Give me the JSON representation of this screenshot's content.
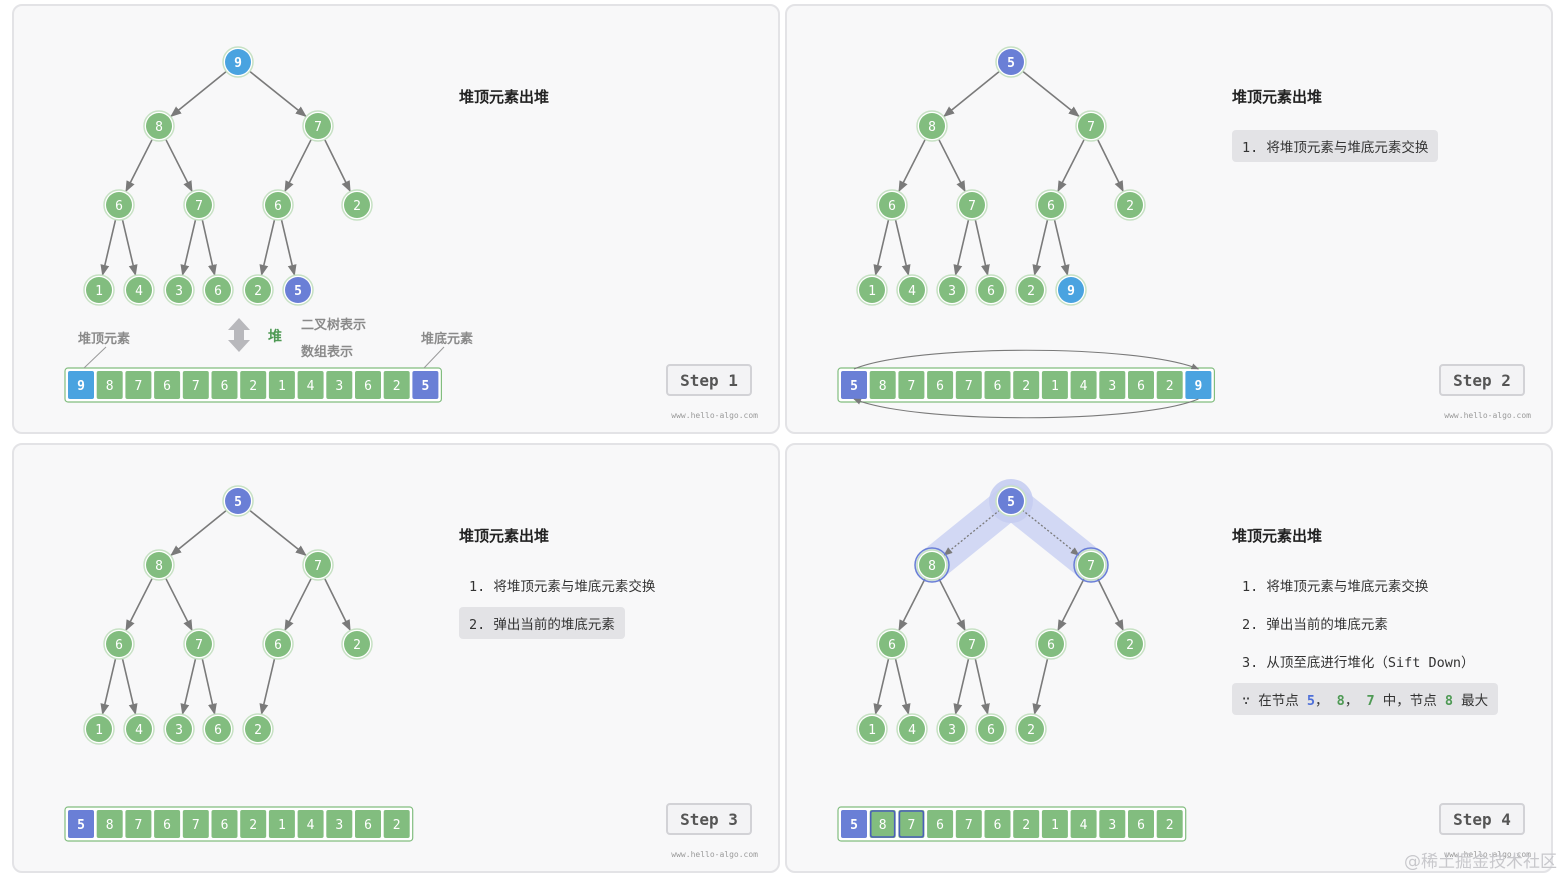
{
  "colors": {
    "node_fill": "#82bd7f",
    "node_stroke": "#c7e1c4",
    "top_fill": "#4aa3e0",
    "bottom_fill": "#6a7fd6",
    "edge": "#7a7a7a",
    "panel_bg": "#f8f8f9"
  },
  "watermark": "www.hello-algo.com",
  "site_watermark": "@稀土掘金技术社区",
  "panels": [
    {
      "title": "堆顶元素出堆",
      "step_label": "Step 1",
      "tree": [
        9,
        8,
        7,
        6,
        7,
        6,
        2,
        1,
        4,
        3,
        6,
        2,
        5
      ],
      "array": [
        9,
        8,
        7,
        6,
        7,
        6,
        2,
        1,
        4,
        3,
        6,
        2,
        5
      ],
      "labels": {
        "heap_top": "堆顶元素",
        "heap": "堆",
        "tree_repr": "二叉树表示",
        "array_repr": "数组表示",
        "heap_bottom": "堆底元素"
      }
    },
    {
      "title": "堆顶元素出堆",
      "step_label": "Step 2",
      "steps": [
        "1. 将堆顶元素与堆底元素交换"
      ],
      "tree": [
        5,
        8,
        7,
        6,
        7,
        6,
        2,
        1,
        4,
        3,
        6,
        2,
        9
      ],
      "array": [
        5,
        8,
        7,
        6,
        7,
        6,
        2,
        1,
        4,
        3,
        6,
        2,
        9
      ]
    },
    {
      "title": "堆顶元素出堆",
      "step_label": "Step 3",
      "steps": [
        "1. 将堆顶元素与堆底元素交换",
        "2. 弹出当前的堆底元素"
      ],
      "tree": [
        5,
        8,
        7,
        6,
        7,
        6,
        2,
        1,
        4,
        3,
        6,
        2
      ],
      "array": [
        5,
        8,
        7,
        6,
        7,
        6,
        2,
        1,
        4,
        3,
        6,
        2
      ]
    },
    {
      "title": "堆顶元素出堆",
      "step_label": "Step 4",
      "steps": [
        "1. 将堆顶元素与堆底元素交换",
        "2. 弹出当前的堆底元素",
        "3. 从顶至底进行堆化（Sift Down）"
      ],
      "note": {
        "prefix": "∵ 在节点 ",
        "n1": "5",
        "sep1": "， ",
        "n2": "8",
        "sep2": "， ",
        "n3": "7",
        "mid": " 中，节点 ",
        "n4": "8",
        "suffix": " 最大"
      },
      "tree": [
        5,
        8,
        7,
        6,
        7,
        6,
        2,
        1,
        4,
        3,
        6,
        2
      ],
      "array": [
        5,
        8,
        7,
        6,
        7,
        6,
        2,
        1,
        4,
        3,
        6,
        2
      ]
    }
  ]
}
